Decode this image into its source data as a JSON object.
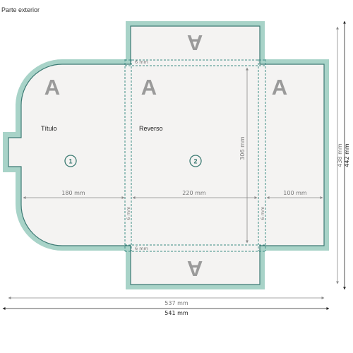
{
  "title": "Parte exterior",
  "colors": {
    "bleed": "#a8d3c8",
    "outline": "#3d7a74",
    "paper": "#f4f3f2",
    "fold": "#3d8c84",
    "dimension": "#8a8a8a",
    "letter": "#9a9a9a"
  },
  "letters": [
    "A",
    "A",
    "A",
    "A",
    "A"
  ],
  "panels": [
    {
      "number": "1",
      "label": "Título"
    },
    {
      "number": "2",
      "label": "Reverso"
    }
  ],
  "dimensions": {
    "left_panel_width": "180 mm",
    "center_panel_width": "220 mm",
    "right_panel_width": "100 mm",
    "center_height": "306 mm",
    "inner_height": "438 mm",
    "outer_height": "442 mm",
    "inner_width": "537 mm",
    "outer_width": "541 mm",
    "gap_top": "6 mm",
    "gap_bottom": "6 mm",
    "spine_left": "6 mm",
    "spine_right": "6 mm"
  }
}
